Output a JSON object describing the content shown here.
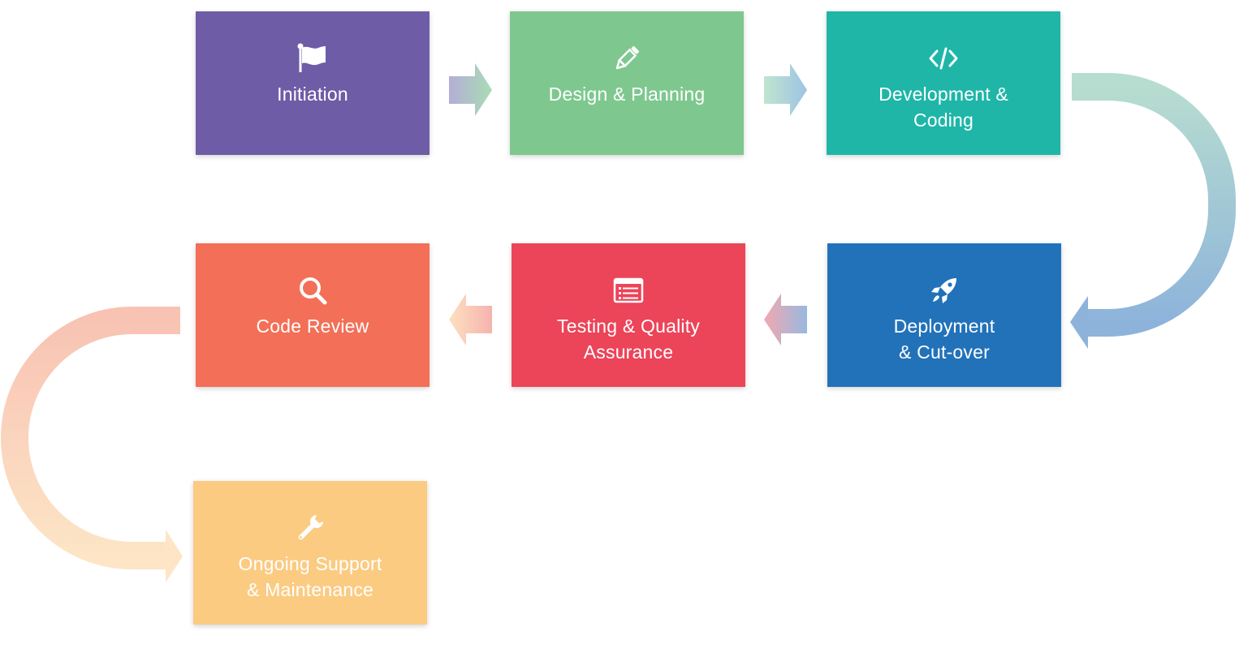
{
  "steps": [
    {
      "id": "initiation",
      "label": "Initiation",
      "color": "#6f5ca7",
      "icon": "flag-icon"
    },
    {
      "id": "design",
      "label": "Design & Planning",
      "color": "#7ec88f",
      "icon": "pencil-icon"
    },
    {
      "id": "development",
      "label": "Development &\nCoding",
      "color": "#1fb6a8",
      "icon": "code-icon"
    },
    {
      "id": "deployment",
      "label": "Deployment\n&  Cut-over",
      "color": "#2272ba",
      "icon": "rocket-icon"
    },
    {
      "id": "testing",
      "label": "Testing & Quality\nAssurance",
      "color": "#ec4459",
      "icon": "list-window-icon"
    },
    {
      "id": "review",
      "label": "Code Review",
      "color": "#f36f57",
      "icon": "search-icon"
    },
    {
      "id": "support",
      "label": "Ongoing Support\n& Maintenance",
      "color": "#fbcb82",
      "icon": "wrench-icon"
    }
  ]
}
